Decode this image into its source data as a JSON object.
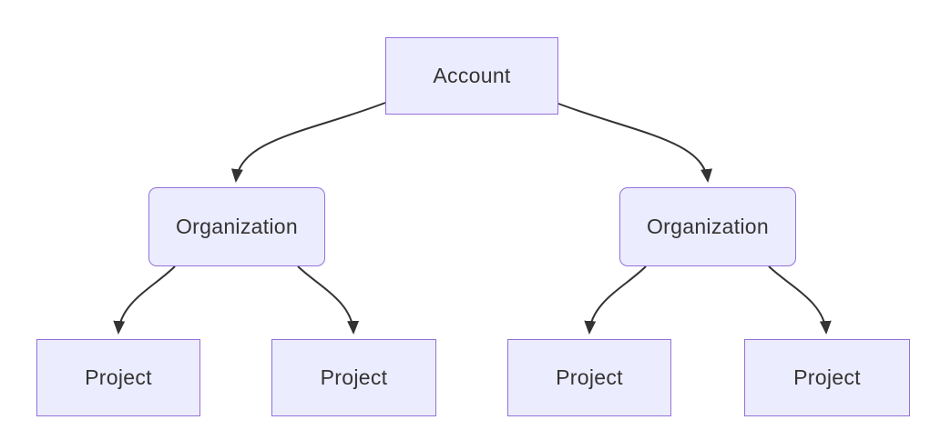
{
  "diagram": {
    "type": "flowchart",
    "direction": "top-down",
    "colors": {
      "background": "#FFFFFF",
      "node_fill": "#ECECFF",
      "node_border": "#9370DB",
      "edge": "#333333",
      "text": "#333333"
    },
    "nodes": [
      {
        "id": "account",
        "label": "Account",
        "shape": "rectangle"
      },
      {
        "id": "organization-left",
        "label": "Organization",
        "shape": "rounded-rectangle"
      },
      {
        "id": "organization-right",
        "label": "Organization",
        "shape": "rounded-rectangle"
      },
      {
        "id": "project-1",
        "label": "Project",
        "shape": "rectangle"
      },
      {
        "id": "project-2",
        "label": "Project",
        "shape": "rectangle"
      },
      {
        "id": "project-3",
        "label": "Project",
        "shape": "rectangle"
      },
      {
        "id": "project-4",
        "label": "Project",
        "shape": "rectangle"
      }
    ],
    "edges": [
      {
        "from": "account",
        "to": "organization-left"
      },
      {
        "from": "account",
        "to": "organization-right"
      },
      {
        "from": "organization-left",
        "to": "project-1"
      },
      {
        "from": "organization-left",
        "to": "project-2"
      },
      {
        "from": "organization-right",
        "to": "project-3"
      },
      {
        "from": "organization-right",
        "to": "project-4"
      }
    ]
  }
}
